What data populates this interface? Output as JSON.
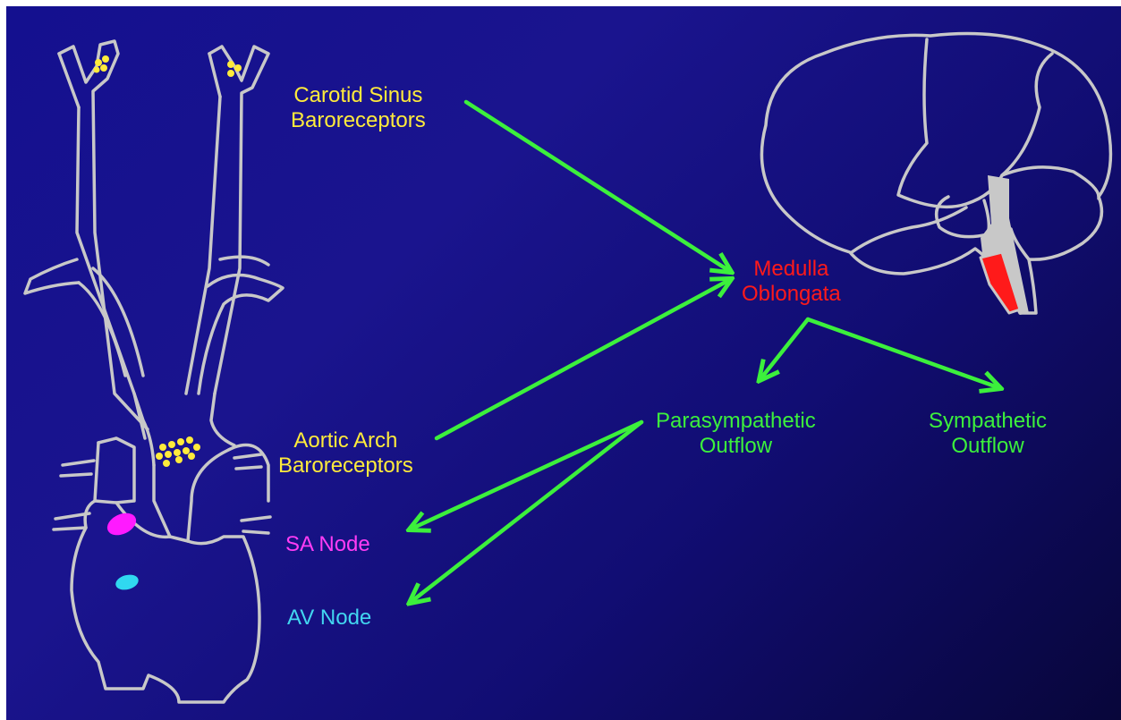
{
  "labels": {
    "carotid": {
      "line1": "Carotid Sinus",
      "line2": "Baroreceptors"
    },
    "aortic": {
      "line1": "Aortic Arch",
      "line2": "Baroreceptors"
    },
    "medulla": {
      "line1": "Medulla",
      "line2": "Oblongata"
    },
    "parasympathetic": {
      "line1": "Parasympathetic",
      "line2": "Outflow"
    },
    "sympathetic": {
      "line1": "Sympathetic",
      "line2": "Outflow"
    },
    "sa_node": "SA Node",
    "av_node": "AV Node"
  },
  "colors": {
    "background": "#14108f",
    "outline": "#c8c8c8",
    "receptor": "#ffeb3b",
    "arrow": "#3cf03c",
    "medulla": "#ff1a1a",
    "sa_node": "#ff1aff",
    "av_node": "#30d8f0"
  }
}
